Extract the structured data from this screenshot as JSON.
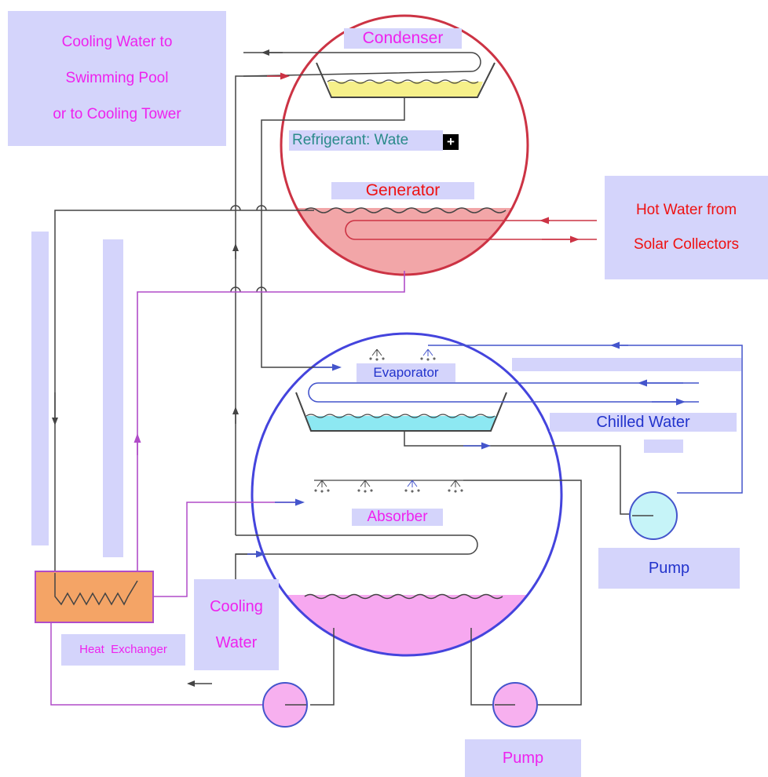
{
  "labels": {
    "cooling_water_to": [
      "Cooling Water to",
      "Swimming Pool",
      "or to Cooling Tower"
    ],
    "condenser": "Condenser",
    "refrigerant": "Refrigerant: Wate",
    "generator": "Generator",
    "hot_water": [
      "Hot Water from",
      "Solar Collectors"
    ],
    "evaporator": "Evaporator",
    "chilled_water": "Chilled Water",
    "absorber": "Absorber",
    "pump_right": "Pump",
    "pump_bottom": "Pump",
    "cooling_water_in": [
      "Cooling",
      "Water"
    ],
    "heat_exchanger": "Heat  Exchanger"
  },
  "colors": {
    "label_bg": "#d4d4fb",
    "magenta_text": "#ee22ee",
    "red_text": "#ee1111",
    "blue_text": "#2233cc",
    "teal_text": "#2a8a8a",
    "condenser_shell": "#cc3344",
    "absorber_shell": "#4444dd",
    "generator_liquid": "#f2a6a8",
    "condenser_liquid": "#f6f08a",
    "evaporator_liquid": "#8de8f2",
    "absorber_liquid": "#f7a8f0",
    "heat_exchanger": "#f4a466",
    "pump_cyan": "#c6f4f8",
    "pump_pink": "#f7b0ef",
    "pipe_dark": "#444444",
    "pipe_violet": "#b04cc8",
    "pipe_blue": "#4455cc",
    "pipe_red": "#cc3344"
  },
  "icons": [
    "plus-cursor-icon",
    "spray-nozzle-icon"
  ]
}
